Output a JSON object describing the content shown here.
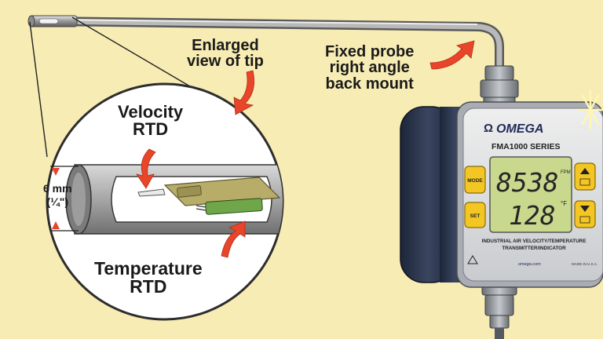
{
  "callouts": {
    "enlarged_tip": [
      "Enlarged",
      "view of tip"
    ],
    "probe_mount": [
      "Fixed probe",
      "right angle",
      "back mount"
    ],
    "velocity_rtd": [
      "Velocity",
      "RTD"
    ],
    "temperature_rtd": [
      "Temperature",
      "RTD"
    ],
    "tip_diameter": [
      "6 mm",
      "(¼\")"
    ]
  },
  "device": {
    "brand": "OMEGA",
    "series": "FMA1000 SERIES",
    "display_top": "8538",
    "display_top_unit": "FPM",
    "display_bottom": "128",
    "display_bottom_unit": "°F",
    "btn_mode": "MODE",
    "btn_set": "SET",
    "desc_line1": "INDUSTRIAL AIR VELOCITY/TEMPERATURE",
    "desc_line2": "TRANSMITTER/INDICATOR",
    "website": "omega.com",
    "origin": "MADE IN U.S.A."
  },
  "colors": {
    "background": "#f7ecb4",
    "arrow": "#e8452a",
    "lcd": "#c8d98e",
    "button": "#f3c623",
    "housing": "#2a3348"
  }
}
